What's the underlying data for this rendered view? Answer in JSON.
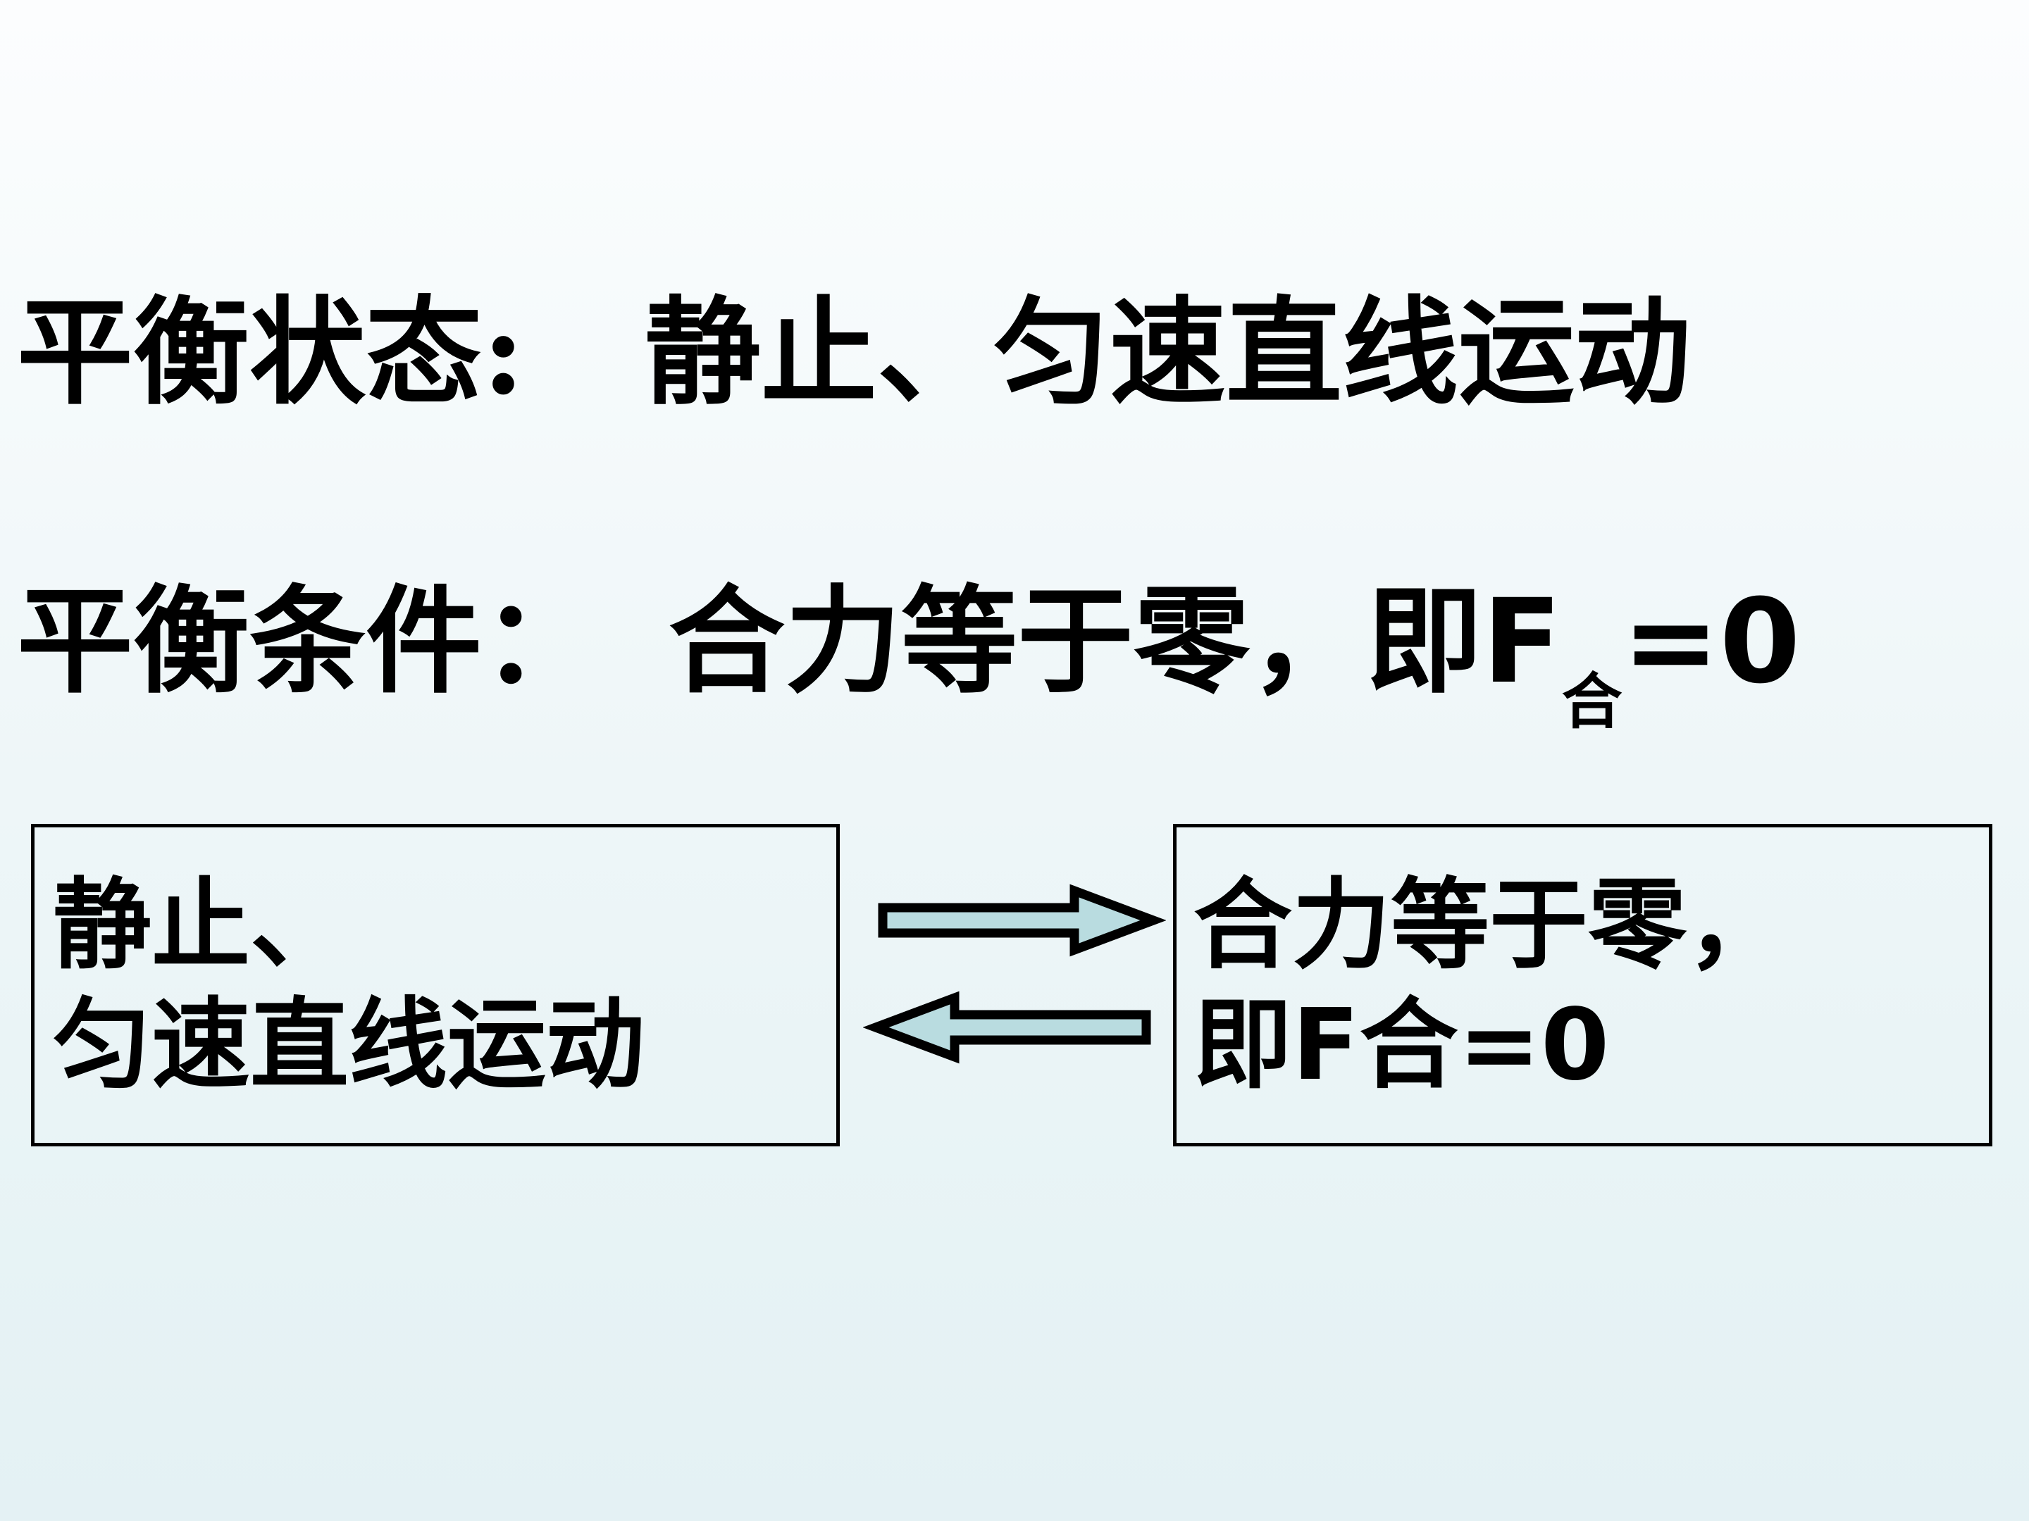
{
  "slide": {
    "background": {
      "top_color": "#fcfdfe",
      "bottom_color": "#e4f1f4"
    },
    "headline": {
      "line1": {
        "label": "平衡状态:",
        "value": "静止、匀速直线运动"
      },
      "line2": {
        "label": "平衡条件：",
        "value_before_symbol": "合力等于零，即",
        "symbol": "F",
        "symbol_subscript": "合",
        "symbol_tail": "=0"
      }
    },
    "diagram": {
      "left_box": {
        "line1": "静止、",
        "line2": "匀速直线运动"
      },
      "right_box": {
        "line1": "合力等于零，",
        "line2_prefix": "即",
        "line2_symbol": "F合=0"
      },
      "arrows": {
        "forward": "arrow-right",
        "backward": "arrow-left",
        "fill_color": "#b9dce0",
        "outline_color": "#000000"
      }
    }
  }
}
